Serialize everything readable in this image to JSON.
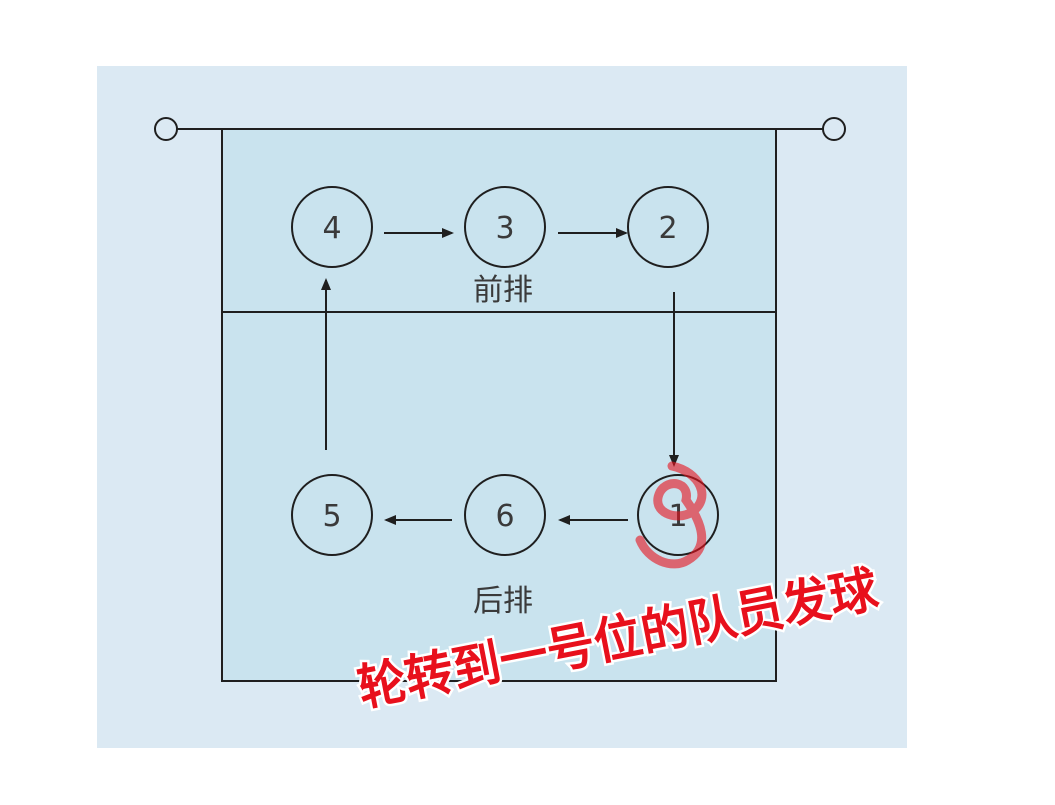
{
  "diagram": {
    "front_row_label": "前排",
    "back_row_label": "后排",
    "positions": {
      "p1": "1",
      "p2": "2",
      "p3": "3",
      "p4": "4",
      "p5": "5",
      "p6": "6"
    },
    "annotation": "轮转到一号位的队员发球",
    "colors": {
      "panel_background": "#dbe9f3",
      "court_fill": "#c9e3ee",
      "stroke": "#1f1f1f",
      "annotation": "#e8101c"
    }
  }
}
